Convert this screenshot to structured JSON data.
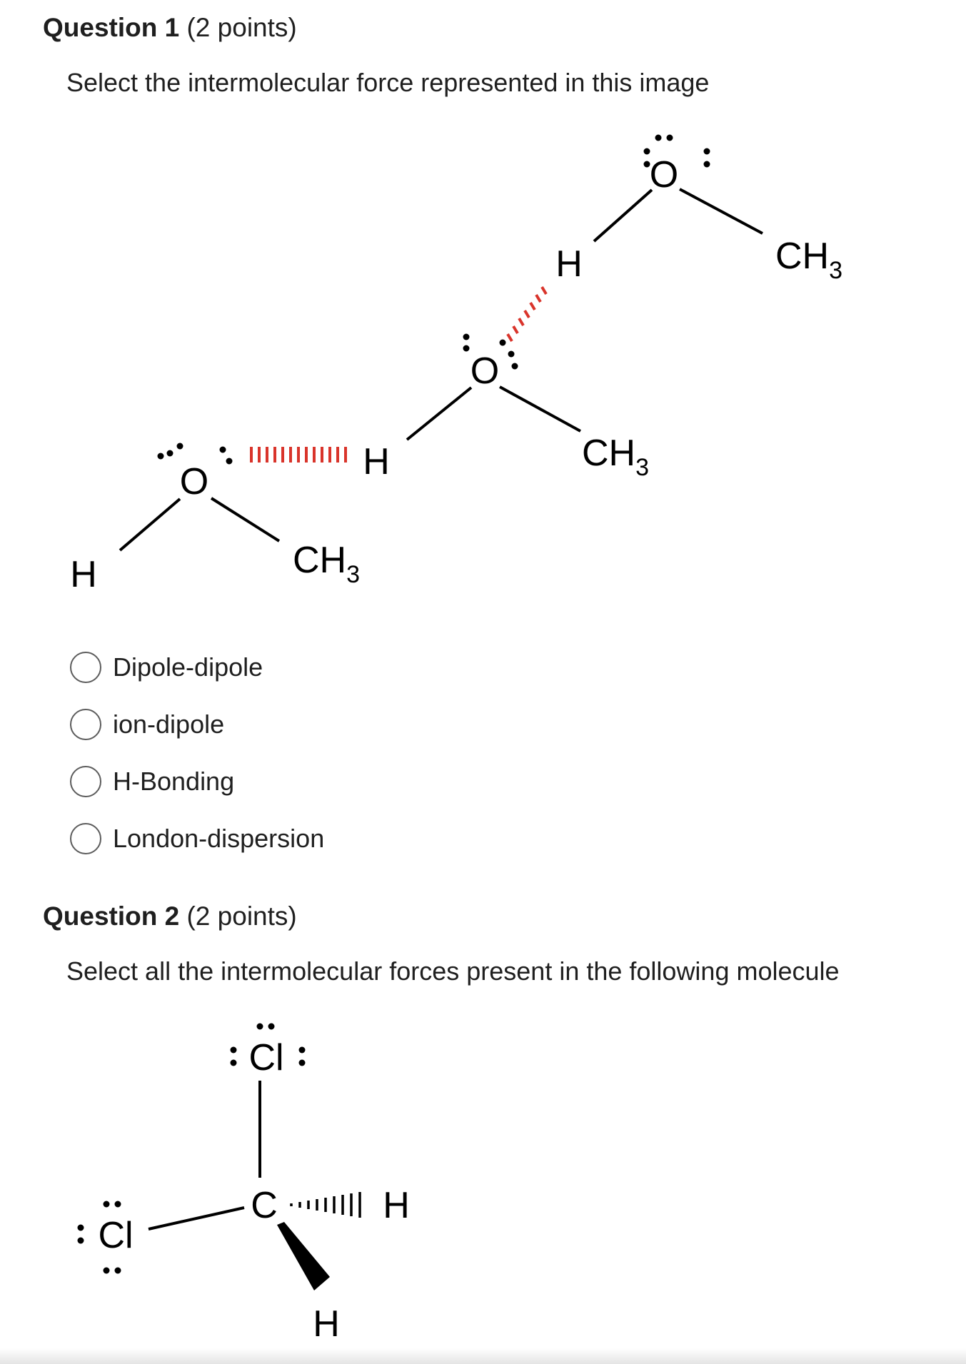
{
  "question1": {
    "label": "Question 1",
    "points": "(2 points)",
    "prompt": "Select the intermolecular force represented in this image",
    "figure": {
      "atom_o": "O",
      "atom_h": "H",
      "group_ch": "CH",
      "subscript_3": "3",
      "interaction_color": "#d9342b"
    },
    "options": [
      {
        "label": "Dipole-dipole",
        "selected": false
      },
      {
        "label": "ion-dipole",
        "selected": false
      },
      {
        "label": "H-Bonding",
        "selected": false
      },
      {
        "label": "London-dispersion",
        "selected": false
      }
    ]
  },
  "question2": {
    "label": "Question 2",
    "points": "(2 points)",
    "prompt": "Select all the intermolecular forces present in the following molecule",
    "figure": {
      "atom_cl": "Cl",
      "atom_c": "C",
      "atom_h": "H"
    }
  }
}
